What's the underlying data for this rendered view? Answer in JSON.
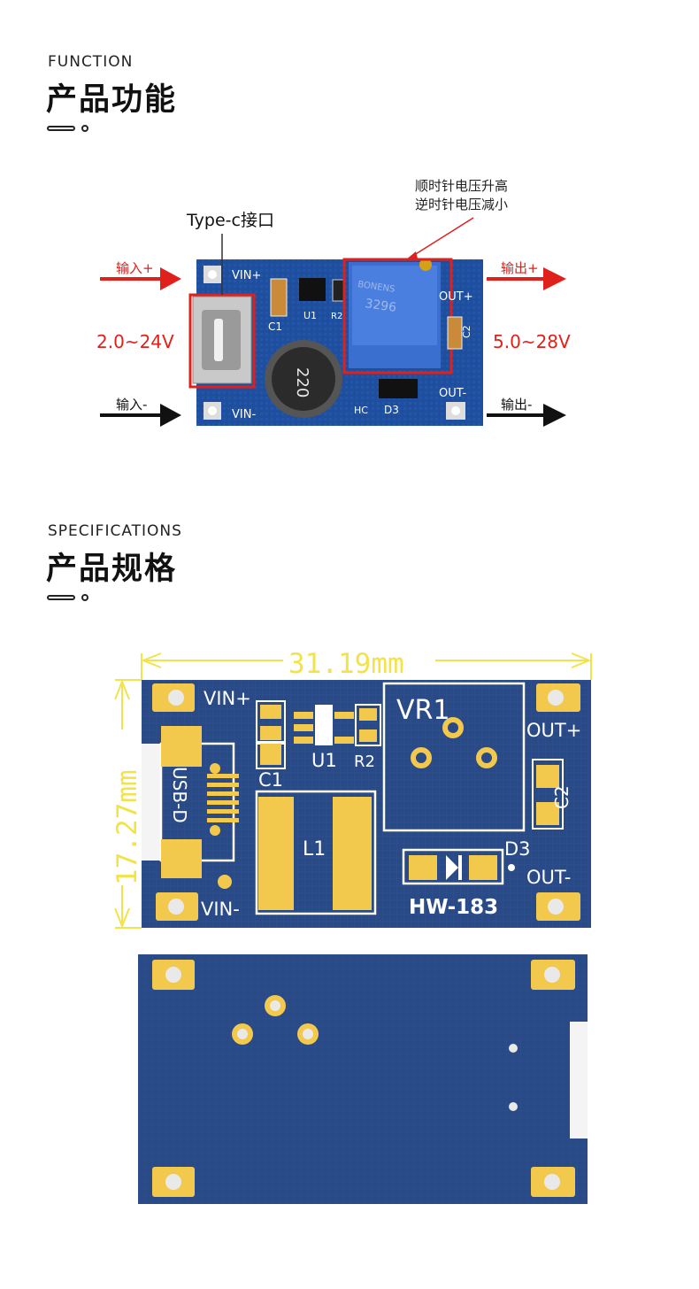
{
  "section1": {
    "title_en": "FUNCTION",
    "title_cn": "产品功能"
  },
  "section2": {
    "title_en": "SPECIFICATIONS",
    "title_cn": "产品规格"
  },
  "function_diagram": {
    "typec_label": "Type-c接口",
    "pot_note_line1": "顺时针电压升高",
    "pot_note_line2": "逆时针电压减小",
    "input_plus": "输入+",
    "input_minus": "输入-",
    "output_plus": "输出+",
    "output_minus": "输出-",
    "input_range": "2.0~24V",
    "output_range": "5.0~28V",
    "board": {
      "vin_plus": "VIN+",
      "vin_minus": "VIN-",
      "out_plus": "OUT+",
      "out_minus": "OUT-",
      "c1": "C1",
      "c2": "C2",
      "u1": "U1",
      "r2": "R2",
      "d3": "D3",
      "hc": "HC",
      "inductor": "220",
      "pot_brand": "BONENS",
      "pot_model": "3296"
    },
    "colors": {
      "accent_red": "#e0201b",
      "pcb_blue": "#1f4e9c"
    }
  },
  "spec_diagram": {
    "width_dim": "31.19mm",
    "height_dim": "17.27mm",
    "labels": {
      "vin_plus": "VIN+",
      "vin_minus": "VIN-",
      "out_plus": "OUT+",
      "out_minus": "OUT-",
      "c1": "C1",
      "c2": "C2",
      "u1": "U1",
      "r2": "R2",
      "vr1": "VR1",
      "l1": "L1",
      "d3": "D3",
      "usb": "USB-D",
      "model": "HW-183"
    },
    "colors": {
      "dim_yellow": "#f2e34a",
      "pad_gold": "#f2c94c",
      "pcb_navy": "#2a4a86"
    }
  }
}
